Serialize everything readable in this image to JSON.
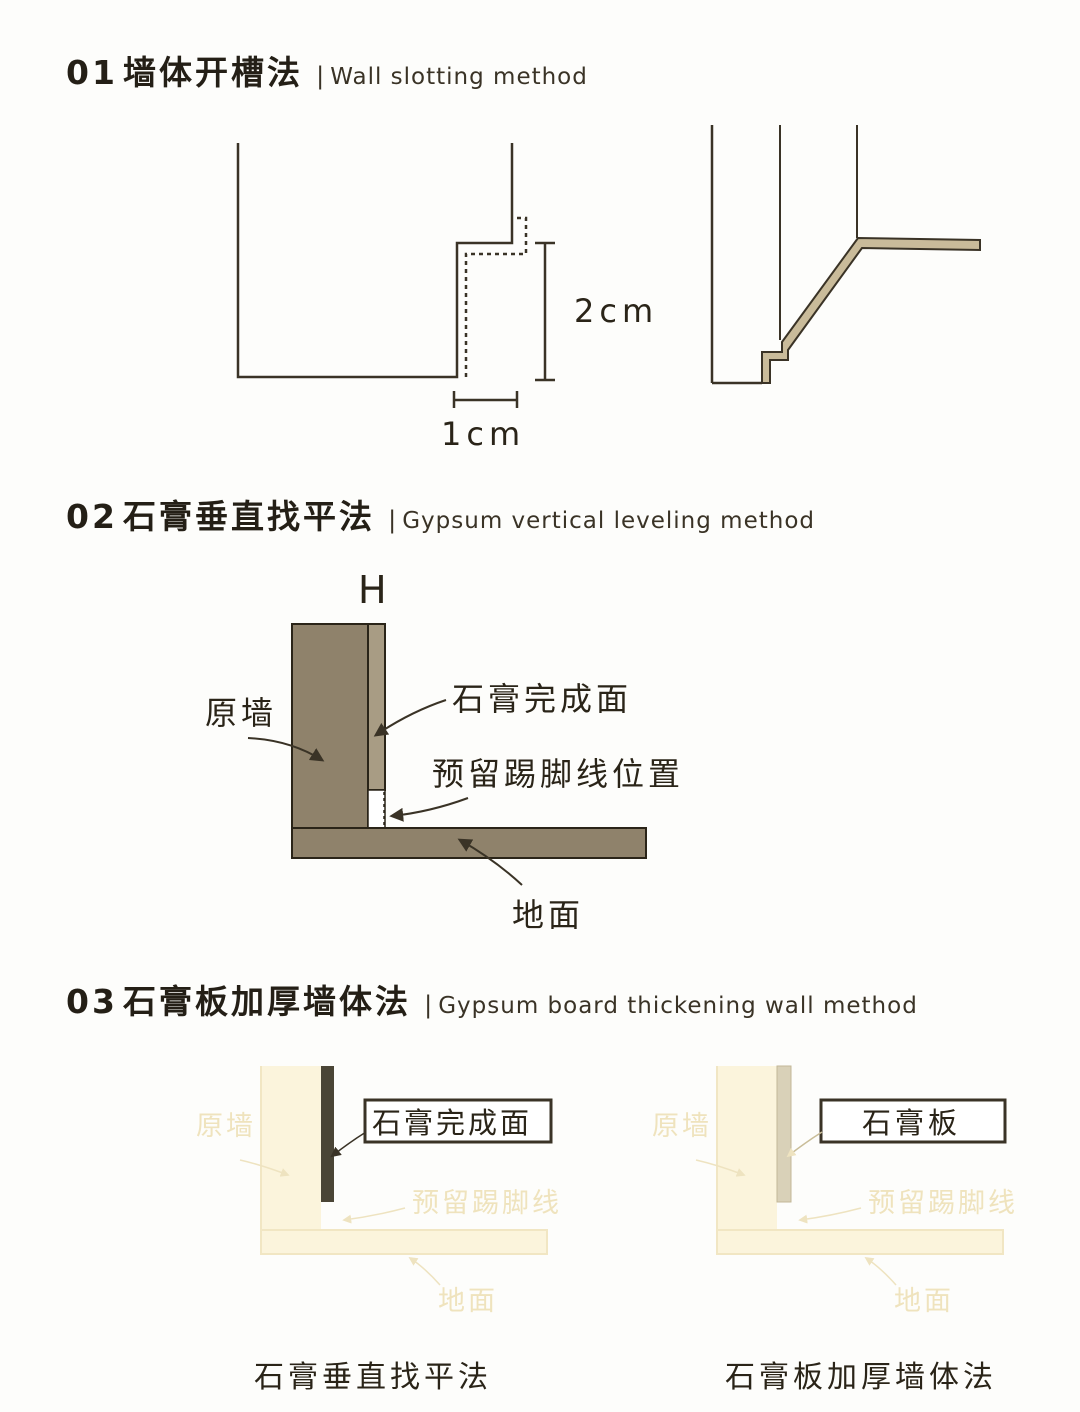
{
  "sections": [
    {
      "number": "01",
      "title_cn": "墙体开槽法",
      "title_en": "Wall slotting method"
    },
    {
      "number": "02",
      "title_cn": "石膏垂直找平法",
      "title_en": "Gypsum vertical leveling method"
    },
    {
      "number": "03",
      "title_cn": "石膏板加厚墙体法",
      "title_en": "Gypsum board thickening wall method"
    }
  ],
  "separator": "|",
  "diagram1": {
    "height_label": "2cm",
    "width_label": "1cm"
  },
  "diagram2": {
    "h_mark": "H",
    "label_wall": "原墙",
    "label_finish": "石膏完成面",
    "label_reserve": "预留踢脚线位置",
    "label_floor": "地面"
  },
  "diagram3": {
    "left": {
      "label_wall": "原墙",
      "label_box": "石膏完成面",
      "label_skirting": "预留踢脚线",
      "label_floor": "地面",
      "caption": "石膏垂直找平法"
    },
    "right": {
      "label_wall": "原墙",
      "label_box": "石膏板",
      "label_skirting": "预留踢脚线",
      "label_floor": "地面",
      "caption": "石膏板加厚墙体法"
    }
  },
  "colors": {
    "ink": "#2a2418",
    "wall_brown": "#8f826b",
    "faded": "#f3e9c6",
    "faded_text": "#efe3bd"
  }
}
